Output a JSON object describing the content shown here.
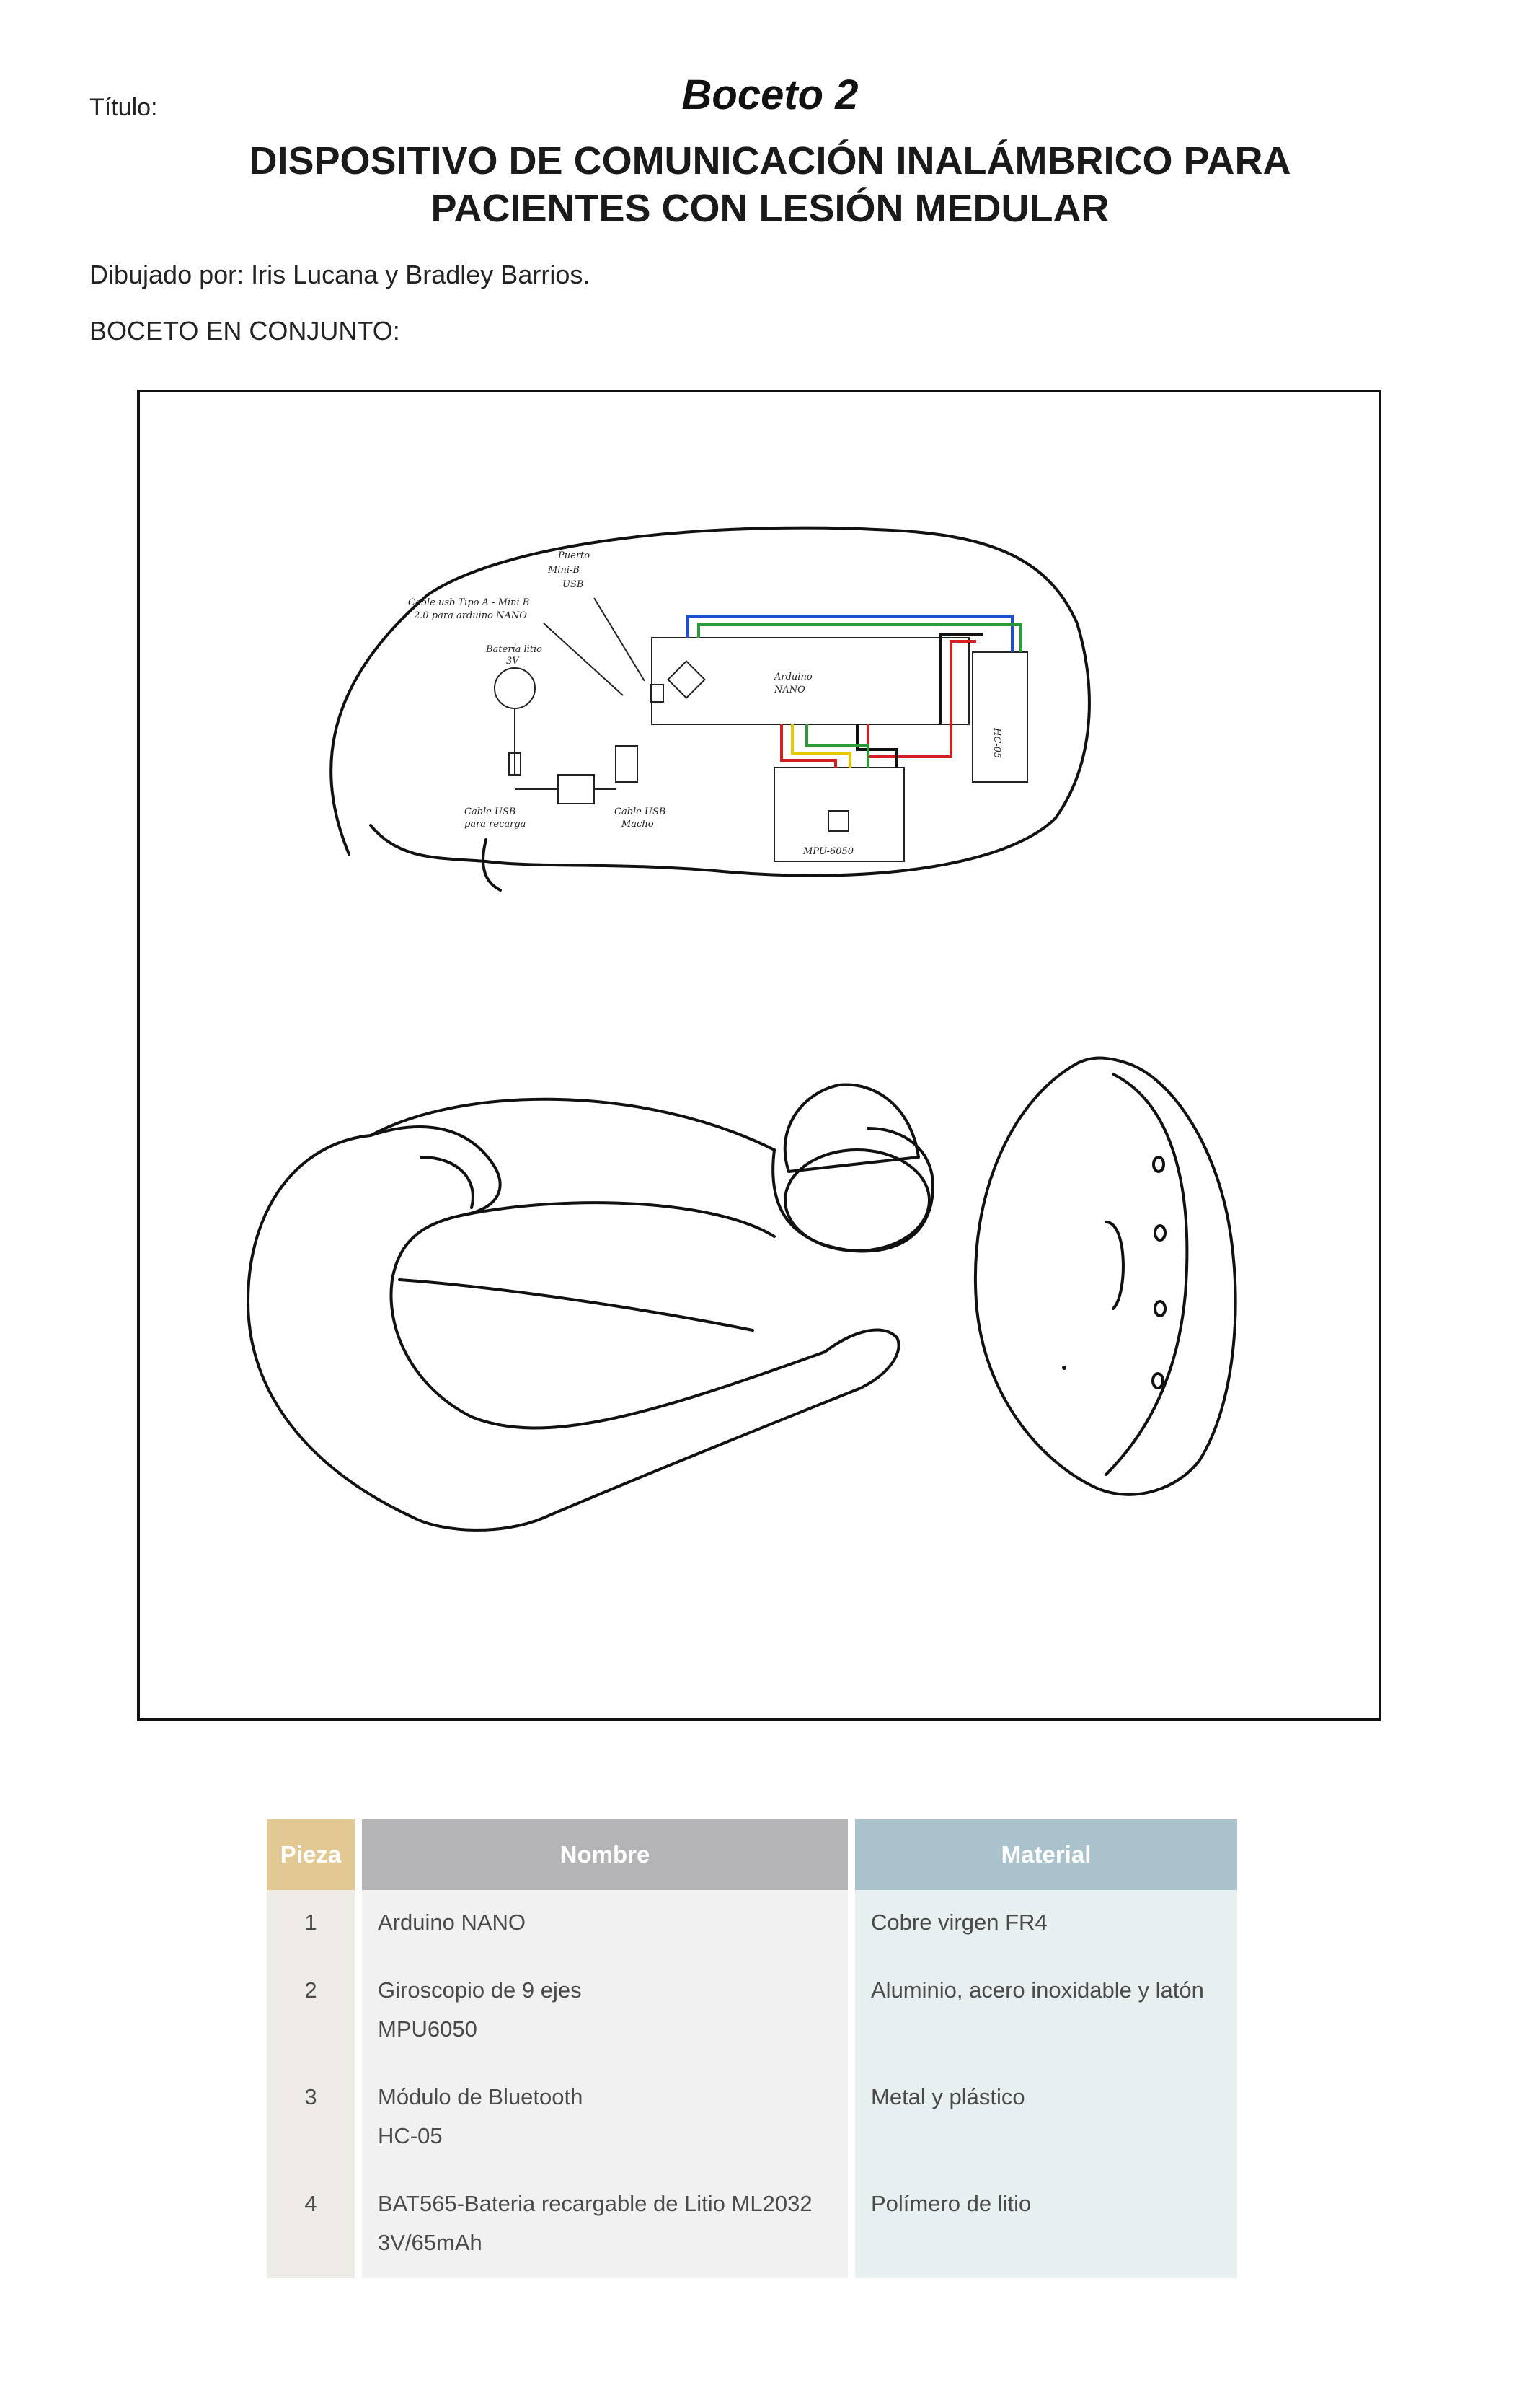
{
  "header": {
    "titulo_label": "Título:",
    "boceto": "Boceto 2",
    "title_line1": "DISPOSITIVO DE COMUNICACIÓN INALÁMBRICO PARA",
    "title_line2": "PACIENTES CON LESIÓN MEDULAR",
    "drawn_by": "Dibujado por: Iris Lucana y Bradley Barrios.",
    "section": "BOCETO EN CONJUNTO:"
  },
  "sketch": {
    "labels": {
      "puerto": "Puerto",
      "mini_b": "Mini-B",
      "usb": "USB",
      "cable_tipo_a_1": "Cable usb Tipo A - Mini B",
      "cable_tipo_a_2": "2.0 para arduino NANO",
      "bateria": "Batería litio",
      "bateria_v": "3V",
      "arduino_1": "Arduino",
      "arduino_2": "NANO",
      "hc05": "HC-05",
      "mpu": "MPU-6050",
      "cable_recarga_1": "Cable USB",
      "cable_recarga_2": "para recarga",
      "cable_macho_1": "Cable USB",
      "cable_macho_2": "Macho"
    },
    "wire_colors": {
      "blue": "#1f4fd0",
      "green": "#2a9a3a",
      "red": "#d42020",
      "black": "#111111",
      "yellow": "#e6c800"
    }
  },
  "table": {
    "headers": [
      "Pieza",
      "Nombre",
      "Material"
    ],
    "rows": [
      {
        "pieza": "1",
        "nombre": "Arduino NANO",
        "nombre2": "",
        "material": "Cobre virgen FR4"
      },
      {
        "pieza": "2",
        "nombre": "Giroscopio de 9 ejes",
        "nombre2": "MPU6050",
        "material": "Aluminio, acero inoxidable y latón"
      },
      {
        "pieza": "3",
        "nombre": "Módulo de Bluetooth",
        "nombre2": "HC-05",
        "material": "Metal y plástico"
      },
      {
        "pieza": "4",
        "nombre": "BAT565-Bateria recargable de Litio ML2032",
        "nombre2": "3V/65mAh",
        "material": "Polímero de litio"
      }
    ]
  }
}
